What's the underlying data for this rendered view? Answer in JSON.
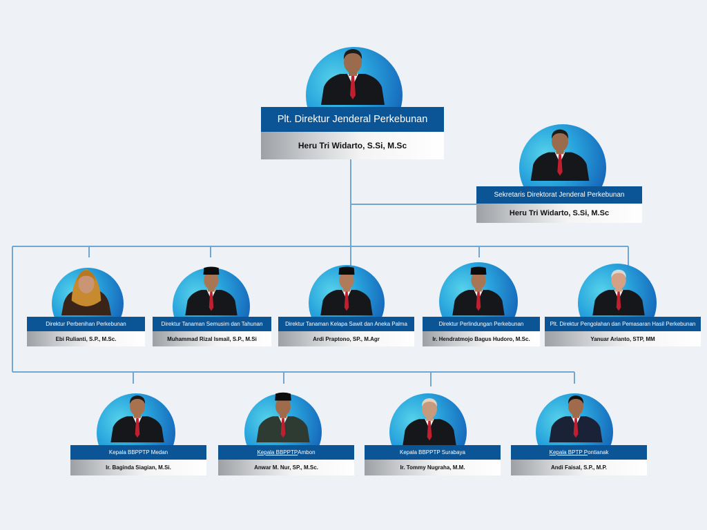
{
  "org": {
    "head": {
      "title": "Plt. Direktur Jenderal Perkebunan",
      "name": "Heru Tri Widarto, S.Si, M.Sc",
      "attire": "black-suit-red-tie",
      "skin": "#9a6b4c",
      "hair": "#1e1b1a"
    },
    "secretary": {
      "title": "Sekretaris Direktorat Jenderal Perkebunan",
      "name": "Heru Tri Widarto, S.Si, M.Sc",
      "attire": "black-suit-red-tie",
      "skin": "#9a6b4c",
      "hair": "#1e1b1a"
    },
    "directors": [
      {
        "title": "Direktur Perbenihan Perkebunan",
        "name": "Ebi Rulianti, S.P., M.Sc.",
        "attire": "hijab",
        "skin": "#c99574",
        "hair": "#c88a2e"
      },
      {
        "title": "Direktur Tanaman Semusim dan Tahunan",
        "name": "Muhammad Rizal Ismail, S.P., M.Si",
        "attire": "black-suit-peci",
        "skin": "#a97655",
        "hair": "#111111"
      },
      {
        "title": "Direktur Tanaman Kelapa Sawit dan Aneka Palma",
        "name": "Ardi Praptono, SP., M.Agr",
        "attire": "black-suit-peci",
        "skin": "#b07b5b",
        "hair": "#111111"
      },
      {
        "title": "Direktur Perlindungan Perkebunan",
        "name": "Ir. Hendratmojo Bagus Hudoro, M.Sc.",
        "attire": "black-suit-peci",
        "skin": "#a97655",
        "hair": "#111111"
      },
      {
        "title": "Plt. Direktur Pengolahan dan Pemasaran Hasil Perkebunan",
        "name": "Yanuar Arianto, STP, MM",
        "attire": "black-suit-red-tie",
        "skin": "#d5a184",
        "hair": "#d8d8d8"
      }
    ],
    "heads": [
      {
        "title": "Kepala BBPPTP Medan",
        "title_prefix": "",
        "title_link": "",
        "title_suffix": "",
        "name": "Ir. Baginda Siagian, M.Si.",
        "attire": "black-suit-red-tie",
        "skin": "#a8714f",
        "hair": "#1b1a1a"
      },
      {
        "title": "",
        "title_prefix": "",
        "title_link": "Kepala BBPPTP",
        "title_suffix": " Ambon",
        "name": "Anwar M. Nur, SP., M.Sc.",
        "attire": "green-suit-peci",
        "skin": "#a06b4b",
        "hair": "#111111"
      },
      {
        "title": "Kepala BBPPTP Surabaya",
        "title_prefix": "",
        "title_link": "",
        "title_suffix": "",
        "name": "Ir. Tommy Nugraha, M.M.",
        "attire": "black-suit-red-tie",
        "skin": "#c69a7d",
        "hair": "#e2d2bf"
      },
      {
        "title": "",
        "title_prefix": "",
        "title_link": "Kepala BPTP P",
        "title_suffix": "ontianak",
        "name": "Andi Faisal, S.P., M.P.",
        "attire": "navy-suit-red-tie",
        "skin": "#a06b4b",
        "hair": "#111111"
      }
    ]
  },
  "colors": {
    "background": "#eef2f6",
    "title_bar": "#0b5597",
    "connector": "#6fa6d2",
    "circle_light": "#57d2ea",
    "circle_dark": "#0f4f9e"
  }
}
